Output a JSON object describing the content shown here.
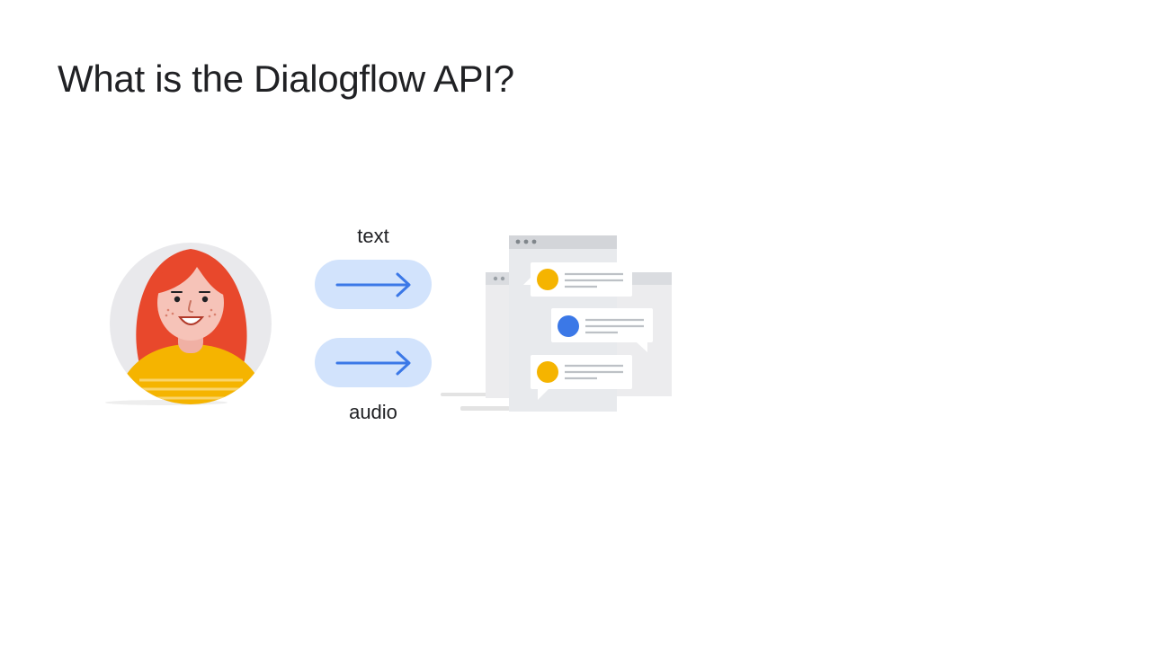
{
  "slide": {
    "title": "What is the Dialogflow API?"
  },
  "diagram": {
    "inputs": [
      {
        "label": "text",
        "icon": "right-arrow-icon"
      },
      {
        "label": "audio",
        "icon": "right-arrow-icon"
      }
    ],
    "user_icon": "woman-avatar-icon",
    "target_icon": "chat-window-icon"
  },
  "colors": {
    "pill": "#d2e3fc",
    "arrow": "#3b78e7",
    "hair": "#e8482c",
    "skin": "#f6c3b8",
    "shirt": "#f5b400",
    "avatar_bg": "#e9e9ec",
    "window_grey": "#e8eaed",
    "chat_yellow": "#f5b400",
    "chat_blue": "#3b78e7"
  }
}
